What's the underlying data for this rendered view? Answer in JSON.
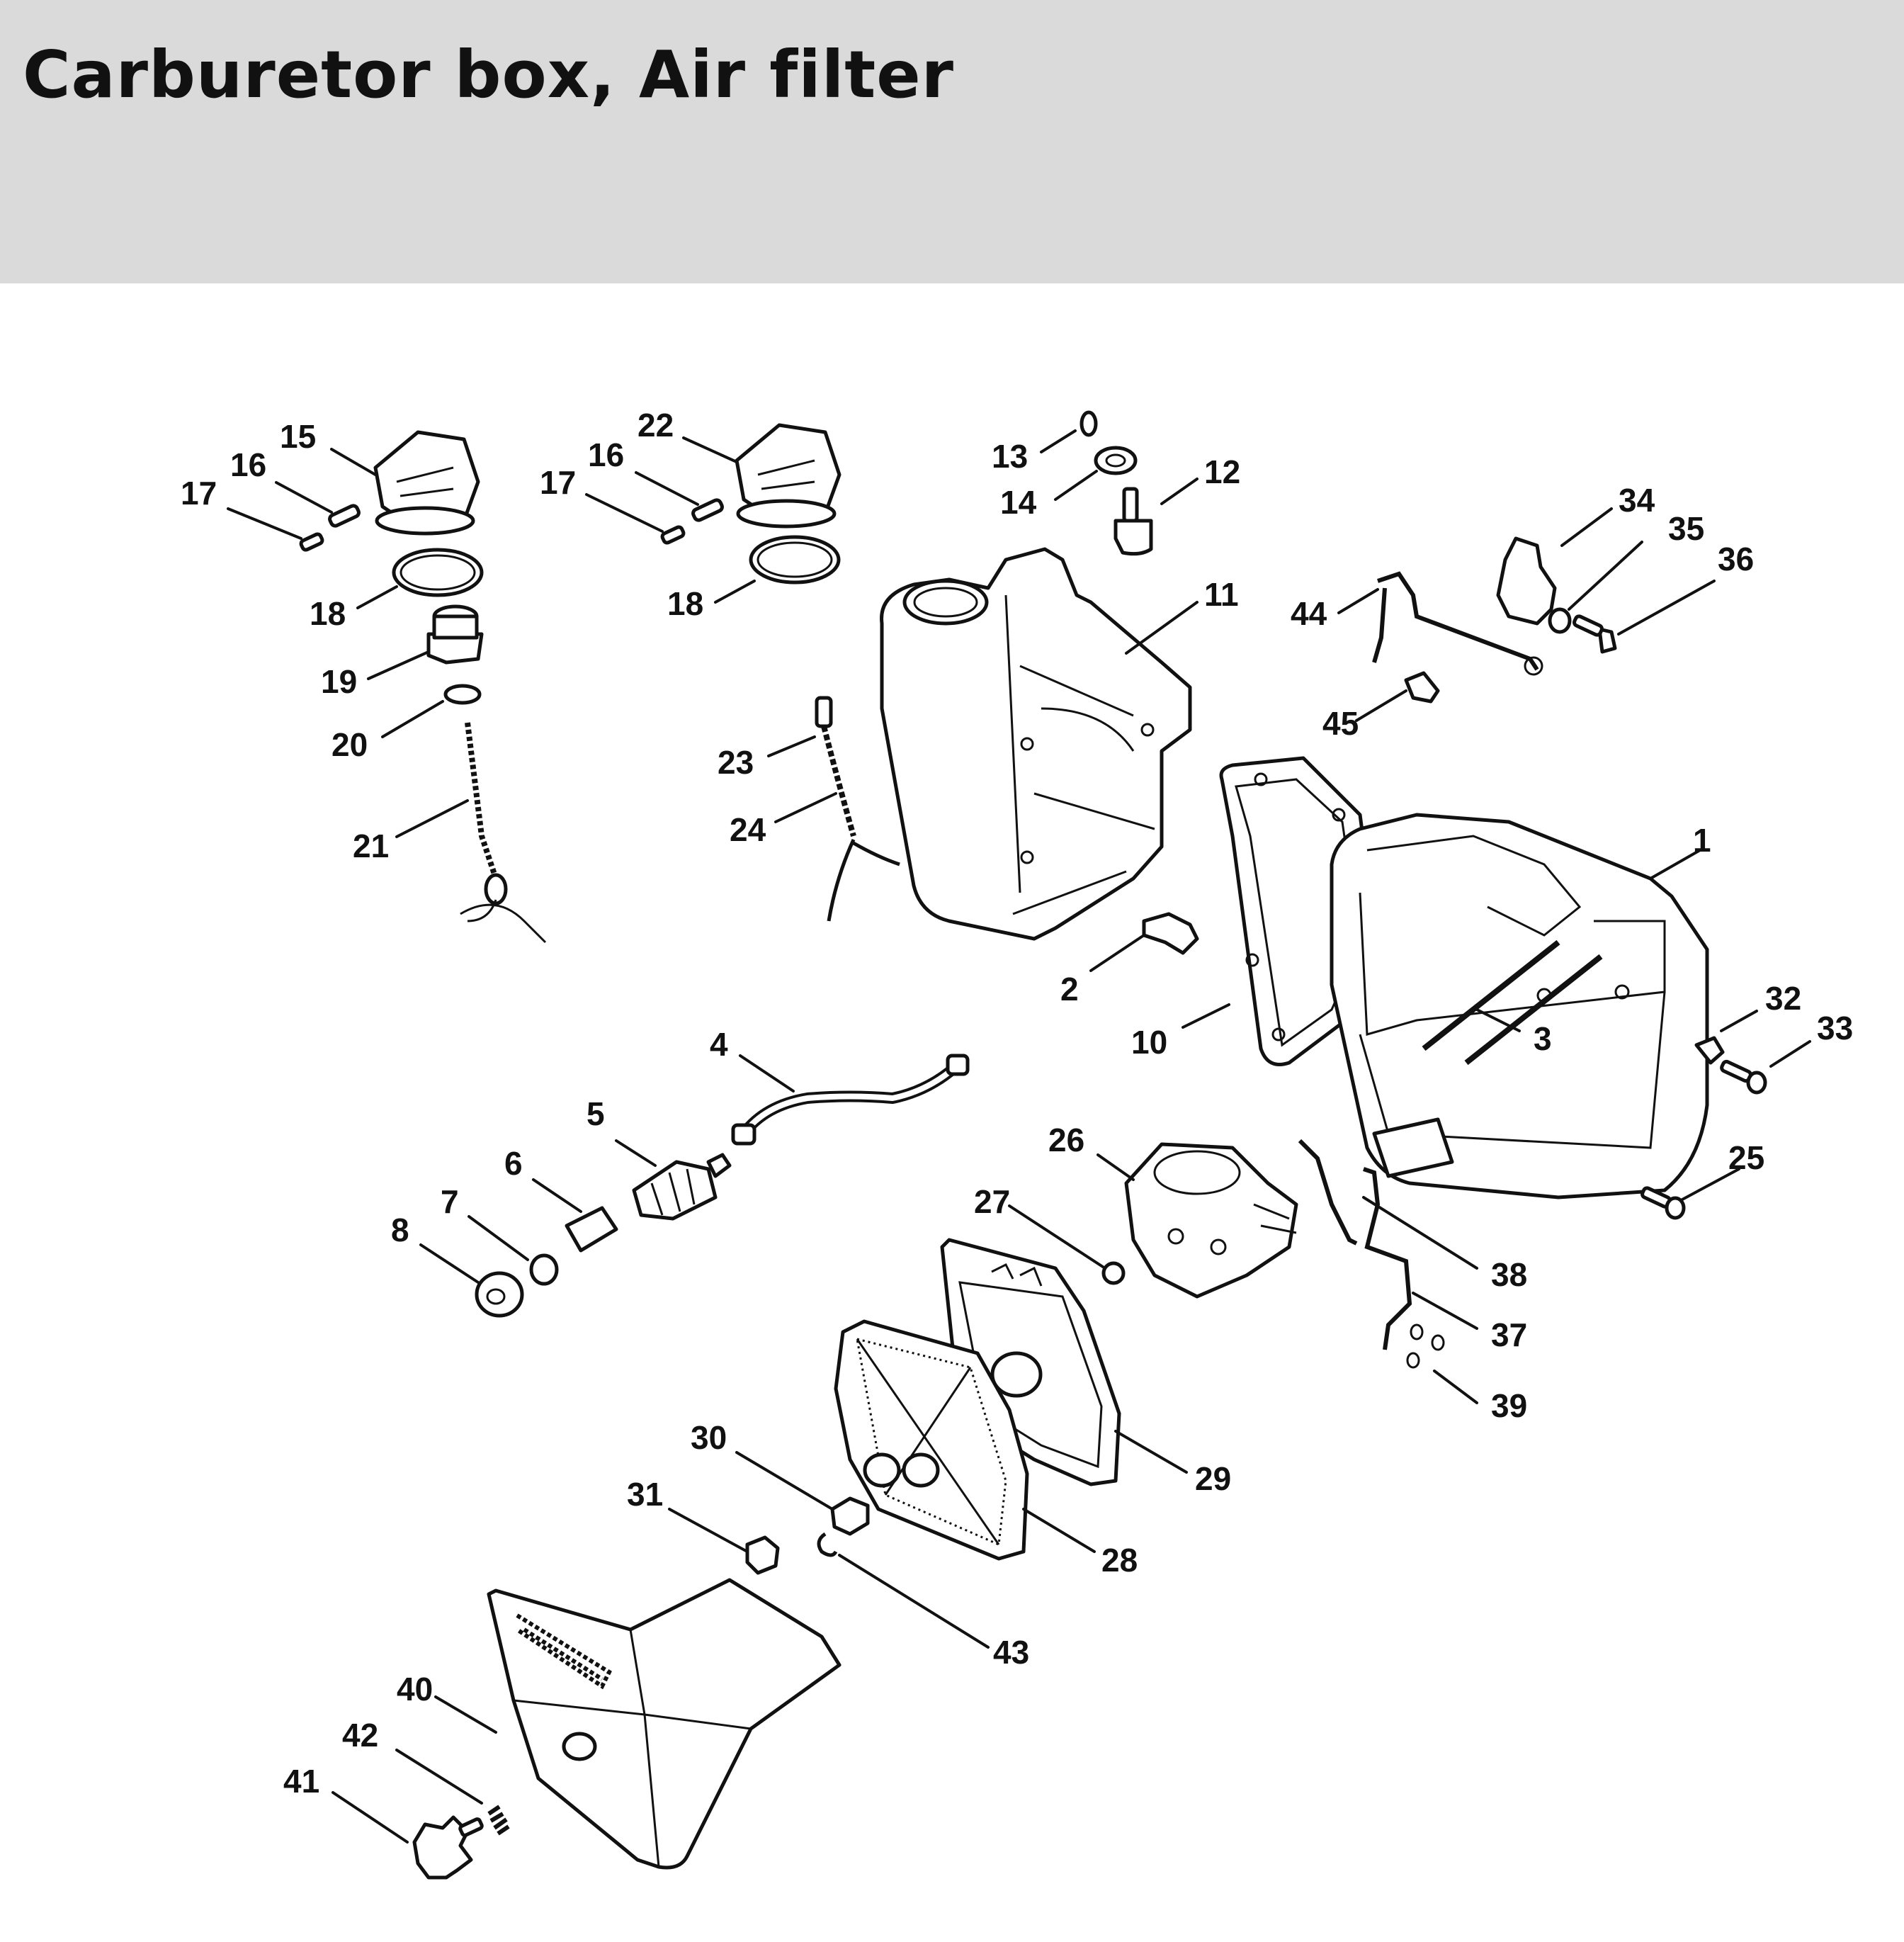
{
  "title": "Carburetor box, Air filter",
  "colors": {
    "header_background": "#d9dad9",
    "line_art": "#111111",
    "background": "#ffffff"
  },
  "labels": {
    "p1": "1",
    "p2": "2",
    "p3": "3",
    "p4": "4",
    "p5": "5",
    "p6": "6",
    "p7": "7",
    "p8": "8",
    "p10": "10",
    "p11": "11",
    "p12": "12",
    "p13": "13",
    "p14": "14",
    "p15": "15",
    "p16a": "16",
    "p16b": "16",
    "p17a": "17",
    "p17b": "17",
    "p18a": "18",
    "p18b": "18",
    "p19": "19",
    "p20": "20",
    "p21": "21",
    "p22": "22",
    "p23": "23",
    "p24": "24",
    "p25": "25",
    "p26": "26",
    "p27": "27",
    "p28": "28",
    "p29": "29",
    "p30": "30",
    "p31": "31",
    "p32": "32",
    "p33": "33",
    "p34": "34",
    "p35": "35",
    "p36": "36",
    "p37": "37",
    "p38": "38",
    "p39": "39",
    "p40": "40",
    "p41": "41",
    "p42": "42",
    "p43": "43",
    "p44": "44",
    "p45": "45"
  }
}
